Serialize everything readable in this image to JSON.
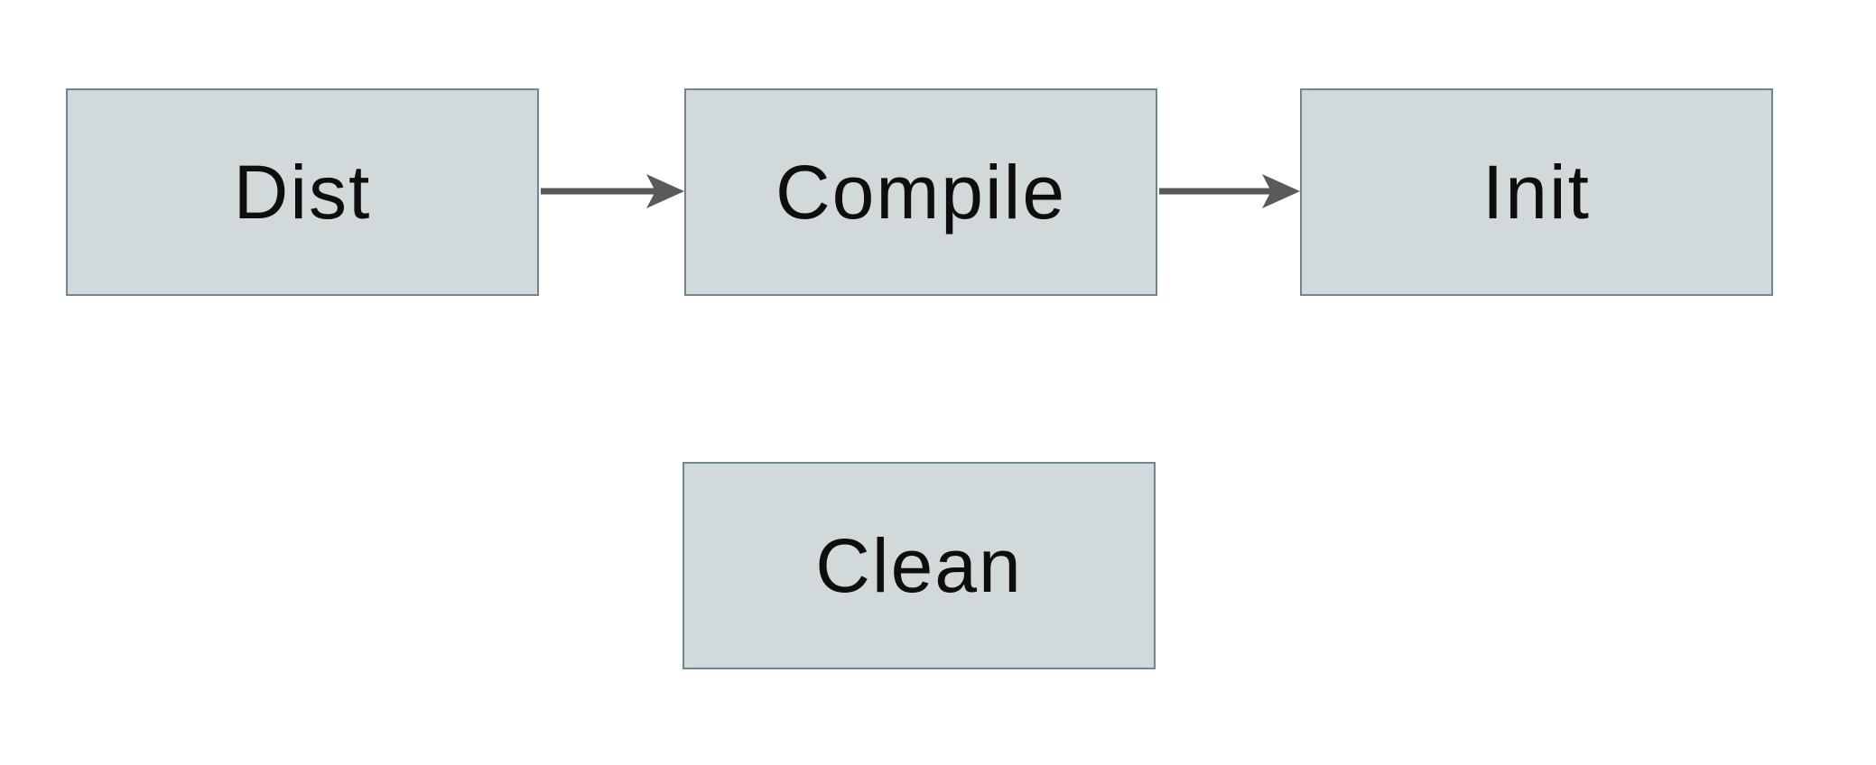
{
  "diagram": {
    "colors": {
      "background": "#ffffff",
      "node_fill": "#d2d9db",
      "node_border": "#6d8694",
      "arrow": "#595a5c",
      "label_text": "#0e0e0e"
    },
    "nodes": [
      {
        "id": "dist",
        "label": "Dist"
      },
      {
        "id": "compile",
        "label": "Compile"
      },
      {
        "id": "init",
        "label": "Init"
      },
      {
        "id": "clean",
        "label": "Clean"
      }
    ],
    "edges": [
      {
        "from": "dist",
        "to": "compile"
      },
      {
        "from": "compile",
        "to": "init"
      }
    ]
  }
}
